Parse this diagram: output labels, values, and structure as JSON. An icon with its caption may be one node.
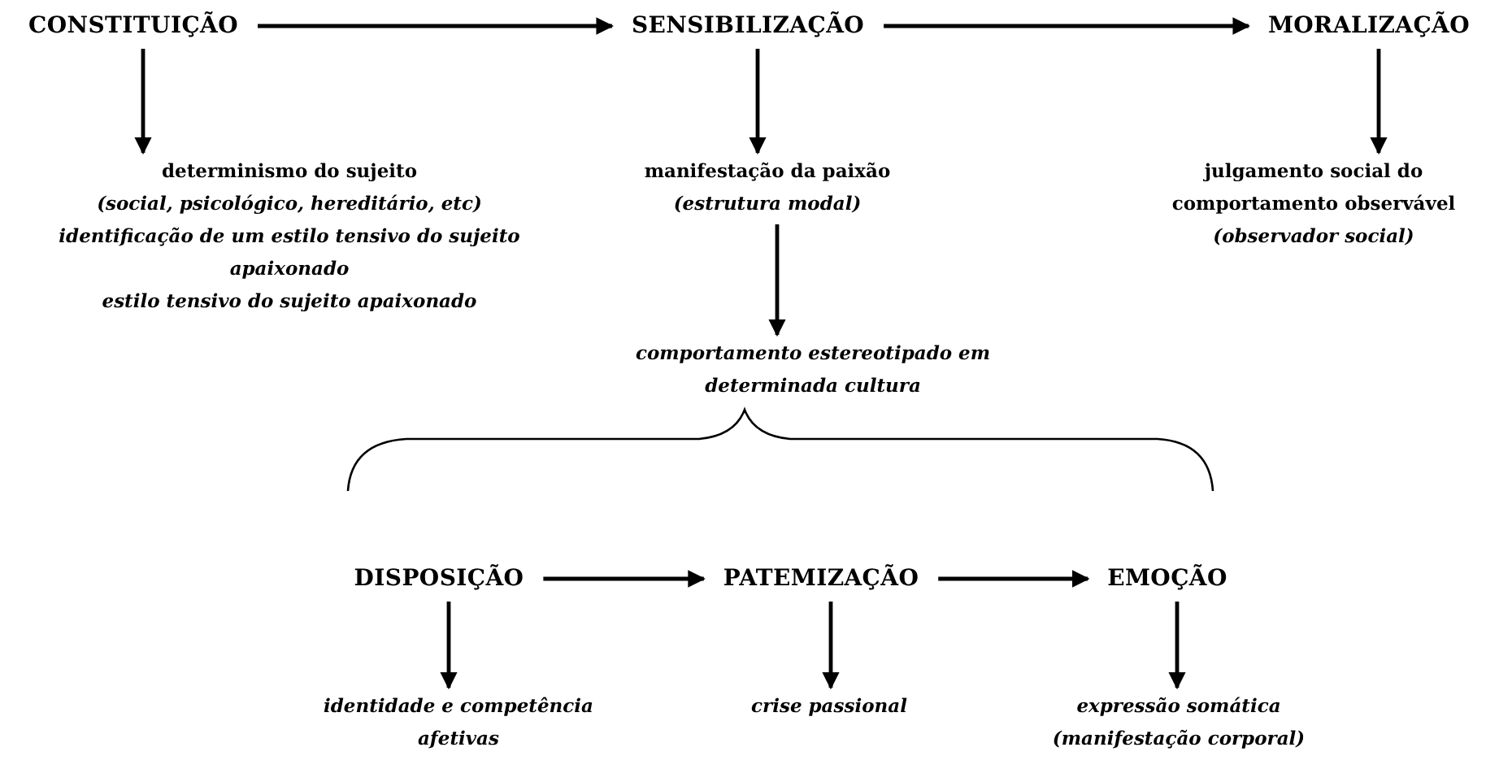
{
  "diagram": {
    "nodes": [
      {
        "text": [
          "CONSTITUIÇÃO"
        ]
      },
      {
        "text": [
          "SENSIBILIZAÇÃO"
        ]
      },
      {
        "text": [
          "MORALIZAÇÃO"
        ]
      },
      {
        "text": [
          "determinismo do sujeito",
          "(social, psicológico, hereditário, etc)",
          "identificação de um estilo tensivo do sujeito apaixonado",
          "estilo tensivo do sujeito apaixonado"
        ]
      },
      {
        "text": [
          "manifestação da paixão",
          "(estrutura modal)"
        ]
      },
      {
        "text": [
          "comportamento estereotipado em determinada cultura"
        ]
      },
      {
        "text": [
          "julgamento social do comportamento observável",
          "(observador social)"
        ]
      },
      {
        "text": [
          "DISPOSIÇÃO"
        ]
      },
      {
        "text": [
          "PATEMIZAÇÃO"
        ]
      },
      {
        "text": [
          "EMOÇÃO"
        ]
      },
      {
        "text": [
          "identidade e competência afetivas"
        ]
      },
      {
        "text": [
          "crise passional"
        ]
      },
      {
        "text": [
          "expressão somática (manifestação corporal)"
        ]
      }
    ],
    "edges": [
      {
        "from": 0,
        "to": 1,
        "arrow": "to"
      },
      {
        "from": 1,
        "to": 2,
        "arrow": "to"
      },
      {
        "from": 0,
        "to": 3,
        "arrow": "to"
      },
      {
        "from": 1,
        "to": 4,
        "arrow": "to"
      },
      {
        "from": 2,
        "to": 6,
        "arrow": "to"
      },
      {
        "from": 4,
        "to": 5,
        "arrow": "to"
      },
      {
        "from": 7,
        "to": 8,
        "arrow": "to"
      },
      {
        "from": 8,
        "to": 9,
        "arrow": "to"
      },
      {
        "from": 7,
        "to": 10,
        "arrow": "to"
      },
      {
        "from": 8,
        "to": 11,
        "arrow": "to"
      },
      {
        "from": 9,
        "to": 12,
        "arrow": "to"
      }
    ]
  }
}
